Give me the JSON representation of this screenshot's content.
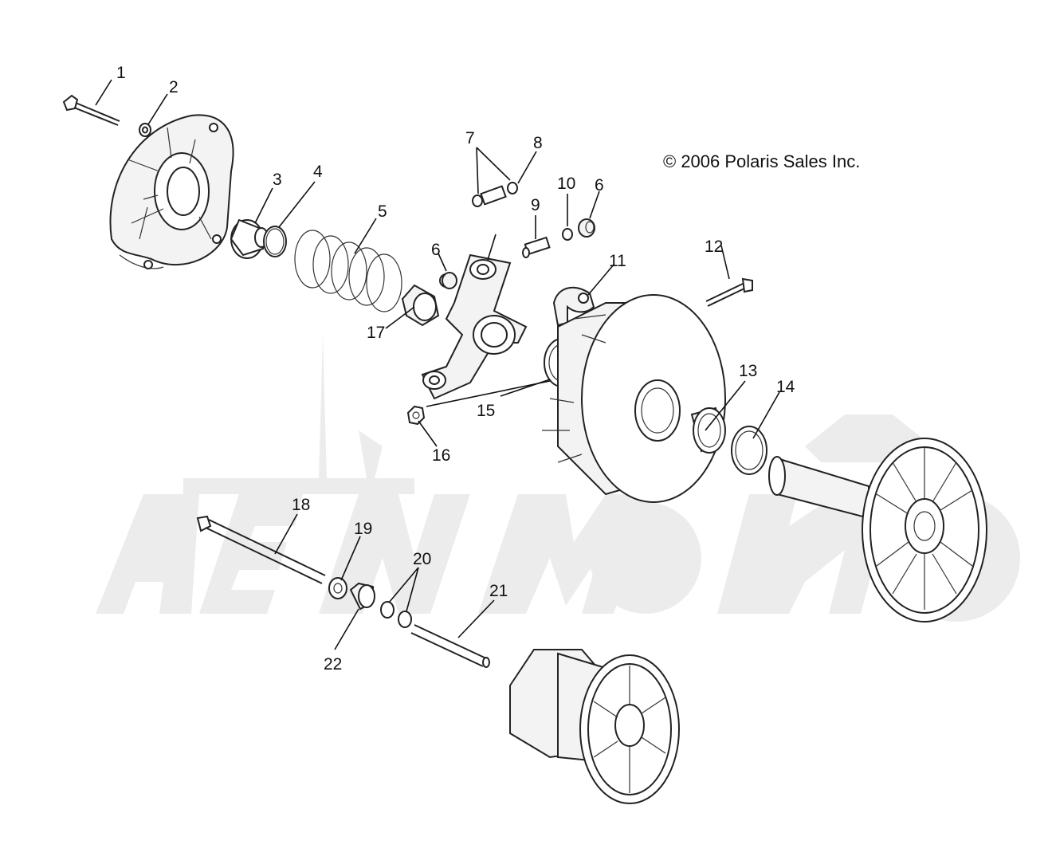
{
  "copyright": "© 2006 Polaris Sales Inc.",
  "watermark": "",
  "callouts": [
    {
      "label": "1"
    },
    {
      "label": "2"
    },
    {
      "label": "3"
    },
    {
      "label": "4"
    },
    {
      "label": "5"
    },
    {
      "label": "7"
    },
    {
      "label": "8"
    },
    {
      "label": "9"
    },
    {
      "label": "10"
    },
    {
      "label": "6"
    },
    {
      "label": "6"
    },
    {
      "label": "11"
    },
    {
      "label": "12"
    },
    {
      "label": "17"
    },
    {
      "label": "13"
    },
    {
      "label": "14"
    },
    {
      "label": "15"
    },
    {
      "label": "16"
    },
    {
      "label": "18"
    },
    {
      "label": "19"
    },
    {
      "label": "20"
    },
    {
      "label": "21"
    },
    {
      "label": "22"
    }
  ]
}
